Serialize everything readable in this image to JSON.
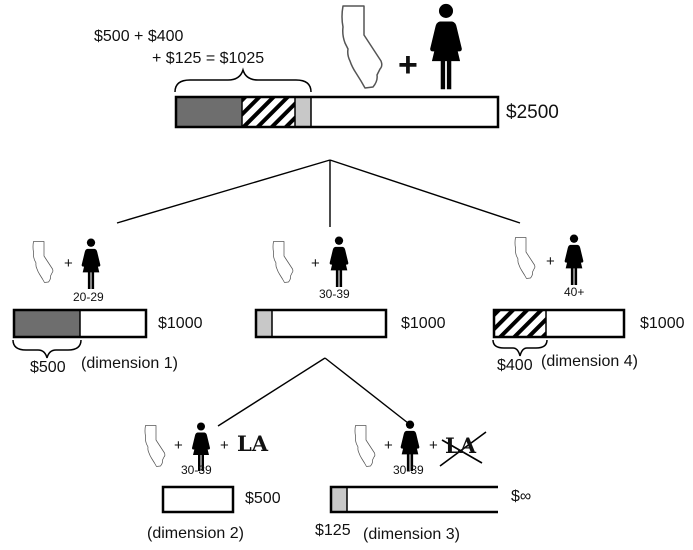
{
  "colors": {
    "dimension_1_fill": "#6e6e6e",
    "dimension_2_fill": "#c8c8c8",
    "dimension_4_fill": "hatch-black-on-white",
    "bar_border": "#000000",
    "background": "#ffffff"
  },
  "icons": {
    "state": "california-map-icon",
    "person": "female-person-icon",
    "plus": "plus-sign"
  },
  "top": {
    "sum_line_1": "$500 + $400",
    "sum_line_2": "+ $125 = $1025",
    "total": "$2500",
    "plus": "+"
  },
  "level_1": [
    {
      "age": "20-29",
      "total": "$1000",
      "part_value": "$500",
      "part_dimension": "(dimension 1)",
      "plus": "+",
      "part_fraction": 0.5
    },
    {
      "age": "30-39",
      "total": "$1000",
      "plus": "+",
      "part_fraction": 0.125
    },
    {
      "age": "40+",
      "total": "$1000",
      "part_value": "$400",
      "part_dimension": "(dimension 4)",
      "plus": "+",
      "part_fraction": 0.4
    }
  ],
  "level_2": [
    {
      "age": "30-39",
      "plus_1": "+",
      "plus_2": "+",
      "city": "LA",
      "city_crossed": false,
      "total": "$500",
      "dimension": "(dimension 2)"
    },
    {
      "age": "30-39",
      "plus_1": "+",
      "plus_2": "+",
      "city": "LA",
      "city_crossed": true,
      "total": "$∞",
      "part_value": "$125",
      "dimension": "(dimension 3)"
    }
  ]
}
